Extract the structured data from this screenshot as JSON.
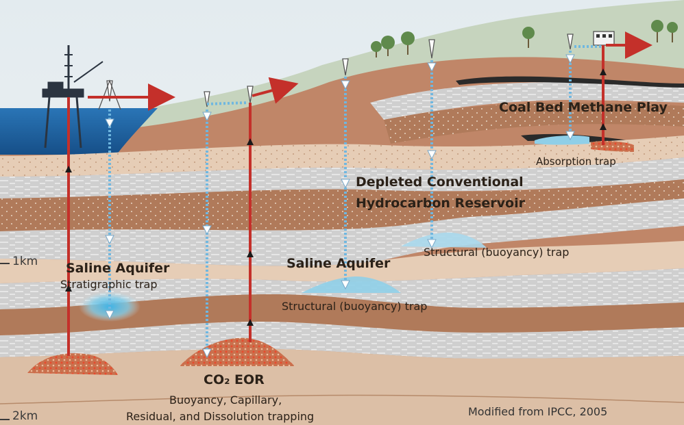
{
  "depth_markers": {
    "km1": "1km",
    "km2": "2km"
  },
  "labels": {
    "coal_bed": "Coal Bed Methane Play",
    "absorption": "Absorption trap",
    "depleted_line1": "Depleted Conventional",
    "depleted_line2": "Hydrocarbon Reservoir",
    "structural_right": "Structural (buoyancy) trap",
    "saline_left": "Saline Aquifer",
    "stratigraphic": "Stratigraphic trap",
    "saline_mid": "Saline Aquifer",
    "structural_mid": "Structural (buoyancy) trap",
    "co2_eor": "CO₂ EOR",
    "eor_line1": "Buoyancy, Capillary,",
    "eor_line2": "Residual, and Dissolution trapping",
    "credit": "Modified from IPCC, 2005"
  },
  "colors": {
    "sky": "#e6eef2",
    "ocean": "#1f66a8",
    "hill": "#c6d4be",
    "brown": "#b07a5a",
    "tan": "#e6cdb6",
    "grey": "#cfcfcf",
    "co2_injection": "#6fb7e0",
    "production": "#c4302a",
    "coal": "#2a2a2a"
  },
  "icons": [
    "offshore-platform-icon",
    "wellhead-icon",
    "tree-icon",
    "building-icon",
    "arrow-right-icon"
  ]
}
